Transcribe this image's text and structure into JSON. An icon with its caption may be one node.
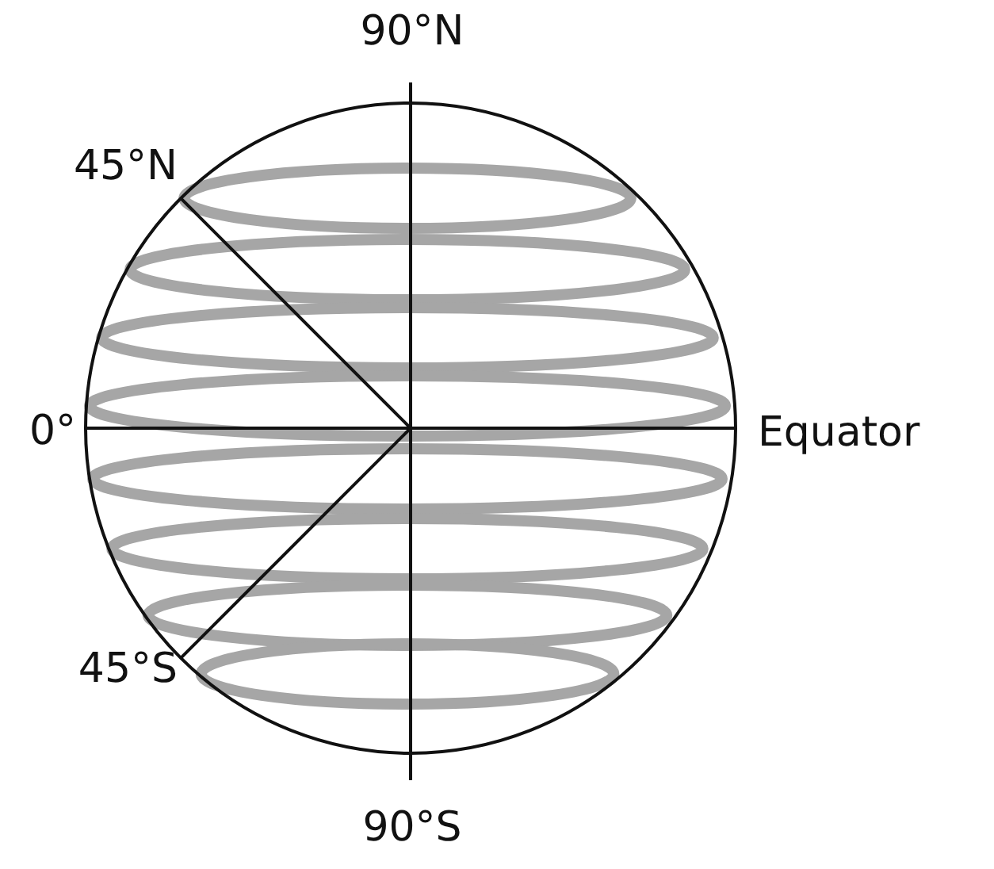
{
  "diagram": {
    "labels": [
      "90°N",
      "45°N",
      "0°",
      "Equator",
      "45°S",
      "90°S"
    ]
  }
}
